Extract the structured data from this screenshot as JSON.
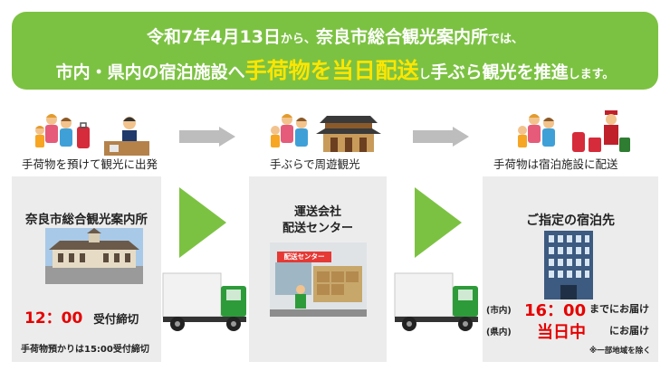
{
  "banner": {
    "line1_a": "令和7年4月13日",
    "line1_b": "から、",
    "line1_c": "奈良市総合観光案内所",
    "line1_d": "では、",
    "line2_a": "市内・県内の宿泊施設へ",
    "line2_highlight": "手荷物を当日配送",
    "line2_b": "し",
    "line2_c": "手ぶら観光を推進",
    "line2_d": "します。"
  },
  "steps": [
    {
      "label": "手荷物を預けて観光に出発"
    },
    {
      "label": "手ぶらで周遊観光"
    },
    {
      "label": "手荷物は宿泊施設に配送"
    }
  ],
  "cards": {
    "info_center": {
      "title": "奈良市総合観光案内所",
      "deadline_time": "12：00",
      "deadline_label": "受付締切",
      "note": "手荷物預かりは15:00受付締切"
    },
    "delivery_center": {
      "title_line1": "運送会社",
      "title_line2": "配送センター",
      "sign": "配送センター"
    },
    "destination": {
      "title": "ご指定の宿泊先",
      "city_label": "(市内)",
      "city_time": "16：00",
      "city_suffix": "までにお届け",
      "pref_label": "(県内)",
      "pref_time": "当日中",
      "pref_suffix": "にお届け",
      "footnote": "※一部地域を除く"
    }
  },
  "colors": {
    "banner": "#7cc242",
    "highlight": "#ffe600",
    "arrow_green": "#7cc242",
    "arrow_grey": "#bdbdbd",
    "card_bg": "#ececec",
    "time_red": "#e60000",
    "truck_green": "#2e9b3a"
  }
}
